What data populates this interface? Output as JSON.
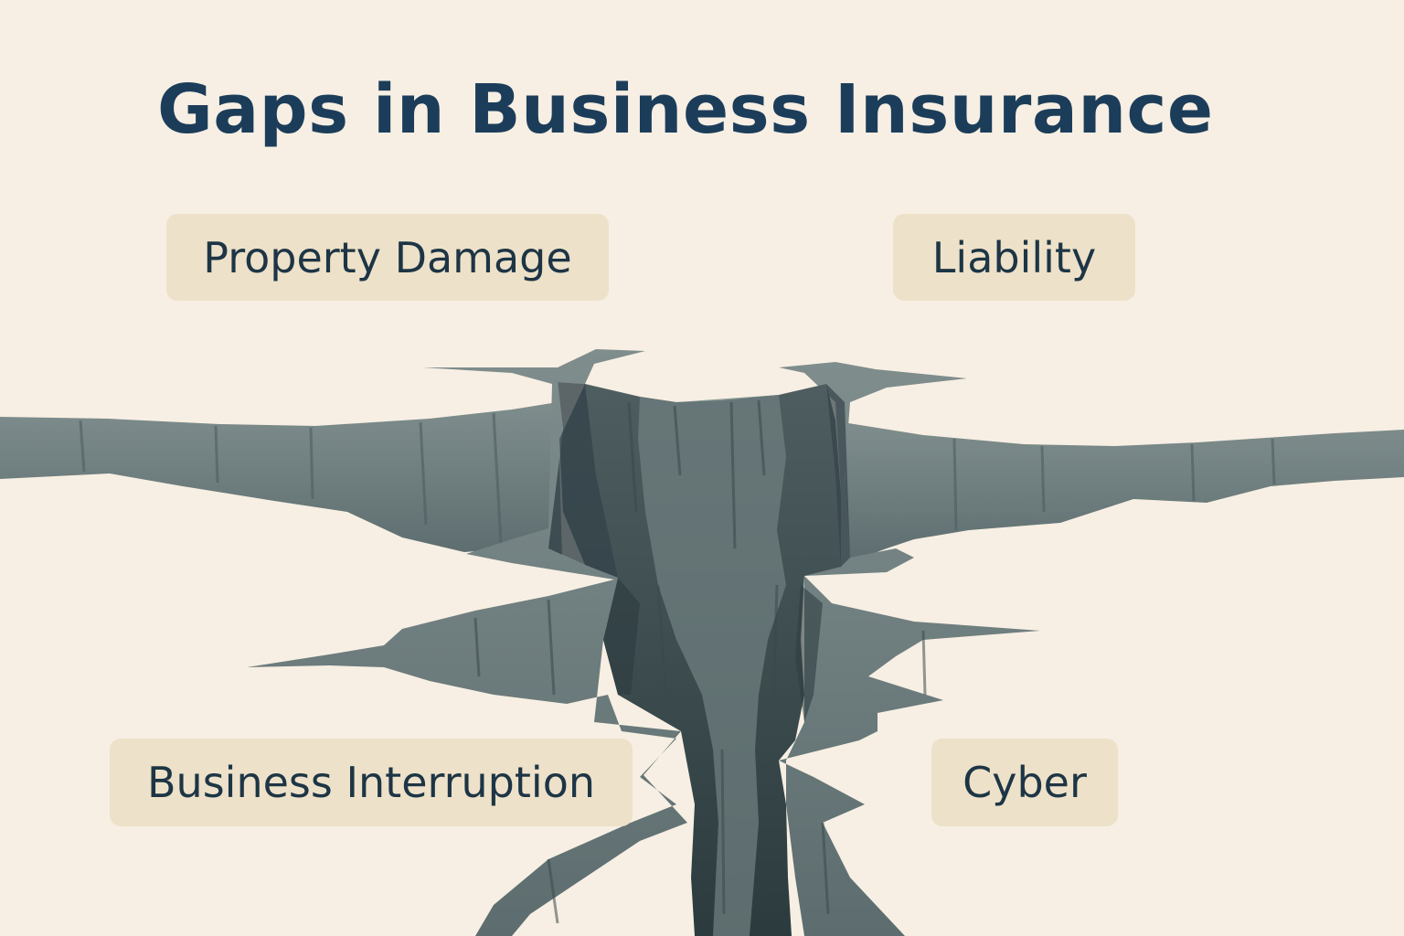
{
  "title": "Gaps in Business Insurance",
  "labels": {
    "property_damage": "Property Damage",
    "liability": "Liability",
    "business_interruption": "Business Interruption",
    "cyber": "Cyber"
  },
  "colors": {
    "background": "#f7efe3",
    "title": "#1c3d5a",
    "label_background": "#ede1c9",
    "label_text": "#1d3545",
    "crevice_face": "#6b7b7c",
    "crevice_shadow": "#3d4c4f",
    "crevice_deep": "#2b3a3d"
  }
}
